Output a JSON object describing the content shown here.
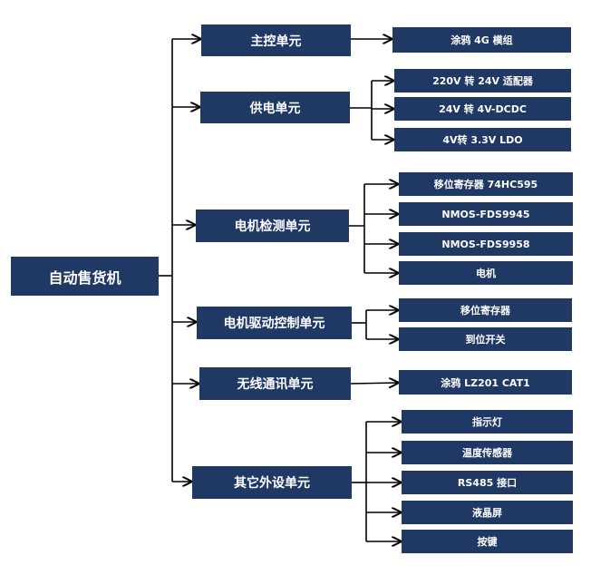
{
  "root": {
    "label": "自动售货机"
  },
  "units": [
    {
      "label": "主控单元",
      "children": [
        "涂鸦 4G 模组"
      ]
    },
    {
      "label": "供电单元",
      "children": [
        "220V 转 24V 适配器",
        "24V 转 4V-DCDC",
        "4V转 3.3V LDO"
      ]
    },
    {
      "label": "电机检测单元",
      "children": [
        "移位寄存器 74HC595",
        "NMOS-FDS9945",
        "NMOS-FDS9958",
        "电机"
      ]
    },
    {
      "label": "电机驱动控制单元",
      "children": [
        "移位寄存器",
        "到位开关"
      ]
    },
    {
      "label": "无线通讯单元",
      "children": [
        "涂鸦 LZ201 CAT1"
      ]
    },
    {
      "label": "其它外设单元",
      "children": [
        "指示灯",
        "温度传感器",
        "RS485 接口",
        "液晶屏",
        "按键"
      ]
    }
  ],
  "colors": {
    "box": "#1f3864",
    "text": "#ffffff",
    "line": "#000000"
  }
}
